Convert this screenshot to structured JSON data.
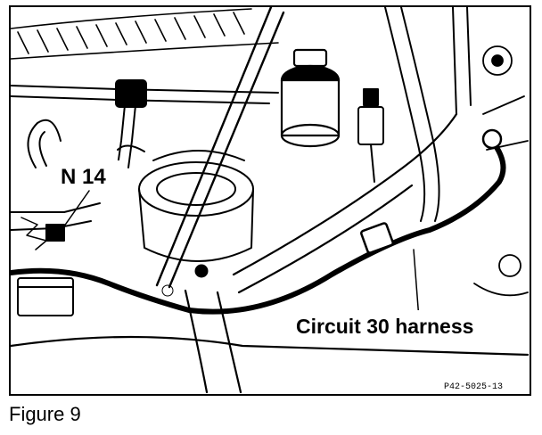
{
  "figure": {
    "caption": "Figure 9",
    "reference_code": "P42-5025-13"
  },
  "labels": {
    "component": "N 14",
    "harness": "Circuit 30 harness"
  },
  "colors": {
    "ink": "#000000",
    "paper": "#ffffff"
  }
}
